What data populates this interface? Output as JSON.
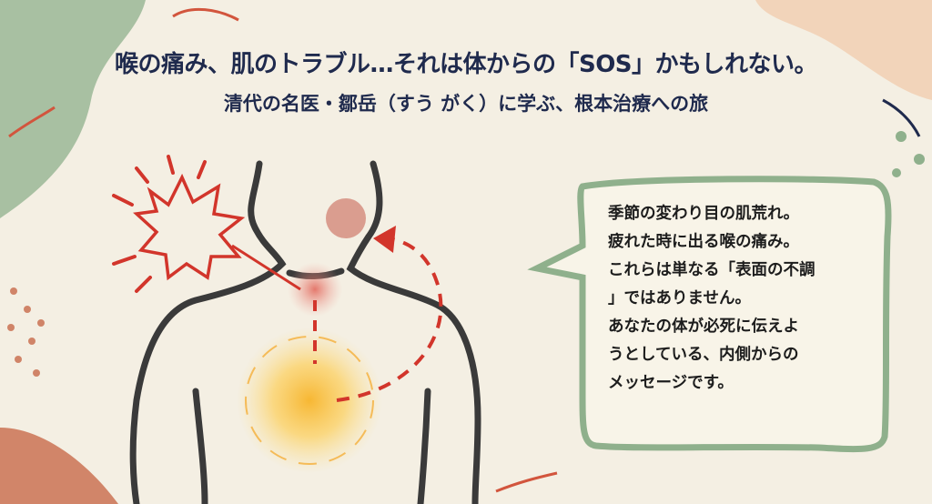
{
  "header": {
    "title": "喉の痛み、肌のトラブル…それは体からの「SOS」かもしれない。",
    "subtitle": "清代の名医・鄒岳（すう がく）に学ぶ、根本治療への旅"
  },
  "bubble": {
    "lines": [
      "季節の変わり目の肌荒れ。",
      "疲れた時に出る喉の痛み。",
      "これらは単なる「表面の不調",
      "」ではありません。",
      "あなたの体が必死に伝えよ",
      "うとしている、内側からの",
      "メッセージです。"
    ]
  },
  "colors": {
    "navy": "#1f2a4d",
    "red": "#d2352b",
    "green": "#8fb08c",
    "orange": "#f5a623",
    "background": "#f4efe3"
  }
}
